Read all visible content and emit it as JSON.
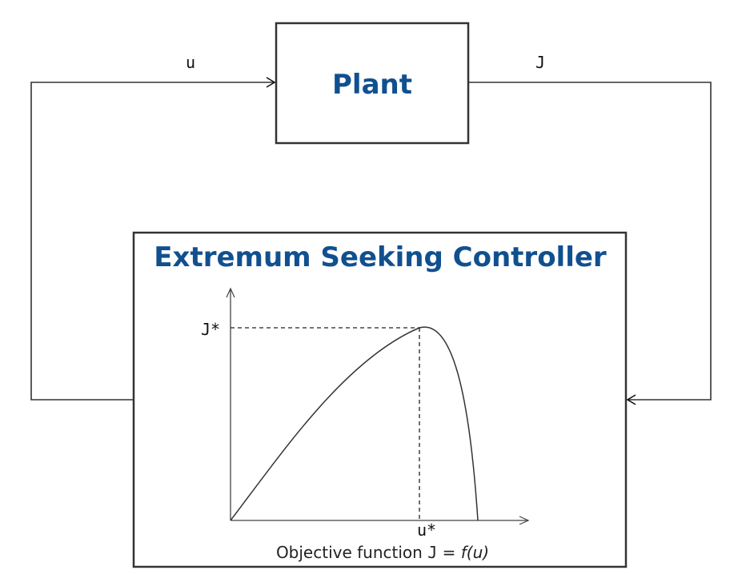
{
  "plant": {
    "title": "Plant"
  },
  "controller": {
    "title": "Extremum Seeking Controller"
  },
  "signals": {
    "input_label": "u",
    "output_label": "J"
  },
  "plot": {
    "y_marker_label": "J*",
    "x_marker_label": "u*",
    "caption_prefix": "Objective function ",
    "caption_var": "J",
    "caption_eq": " = ",
    "caption_func": "f(u)"
  },
  "colors": {
    "title": "#11508f",
    "line": "#333333"
  }
}
